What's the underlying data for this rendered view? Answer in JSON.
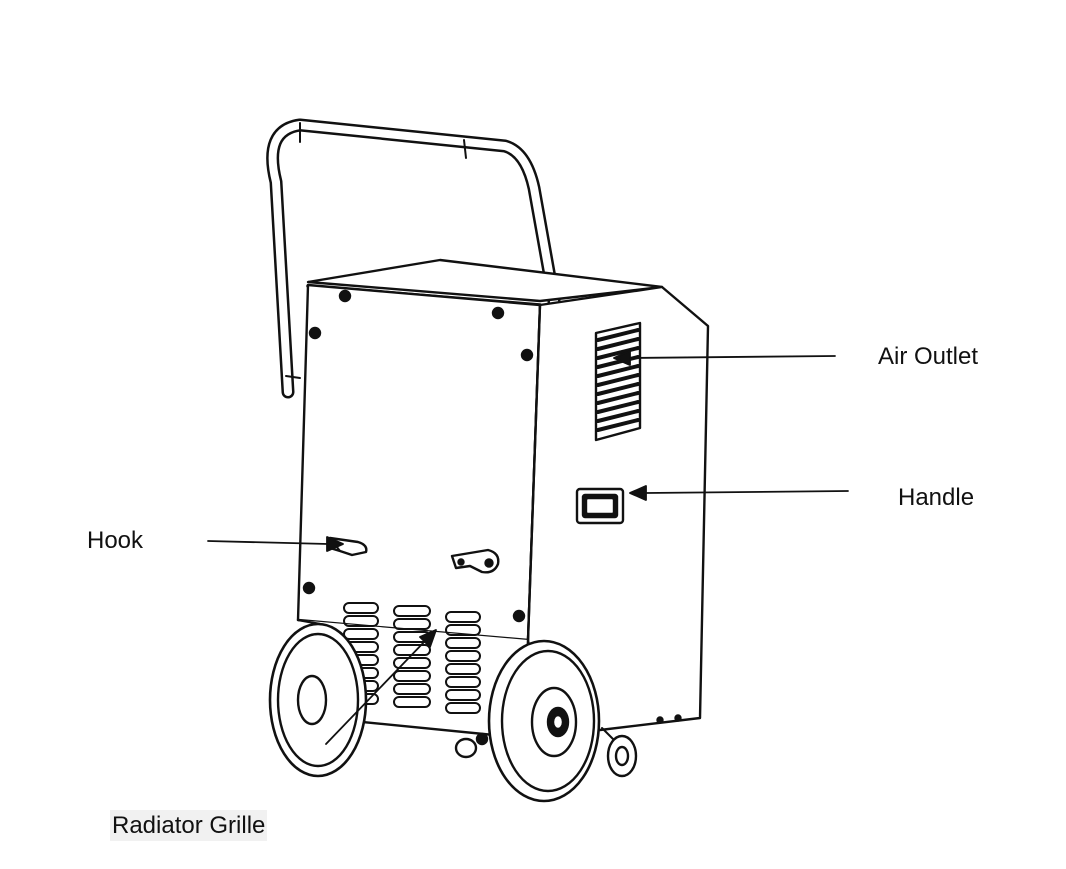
{
  "labels": {
    "air_outlet": "Air Outlet",
    "handle": "Handle",
    "hook": "Hook",
    "radiator_grille": "Radiator Grille"
  },
  "colors": {
    "line": "#111111",
    "background": "#ffffff",
    "label_highlight": "#f1f1f1"
  }
}
